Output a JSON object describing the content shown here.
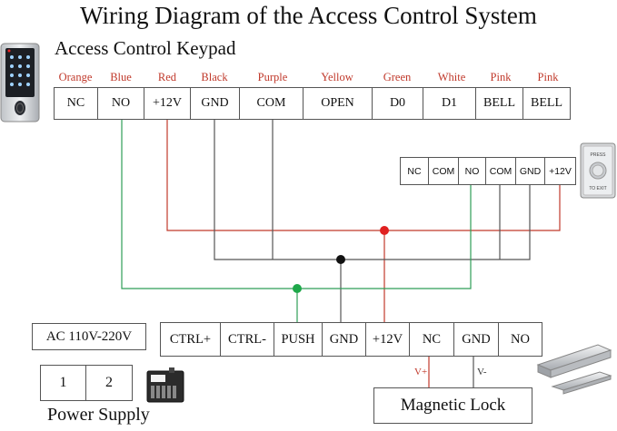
{
  "title": "Wiring Diagram of the Access Control System",
  "keypad": {
    "label": "Access Control Keypad",
    "terminals": [
      {
        "wire_color": "Orange",
        "label": "NC"
      },
      {
        "wire_color": "Blue",
        "label": "NO"
      },
      {
        "wire_color": "Red",
        "label": "+12V"
      },
      {
        "wire_color": "Black",
        "label": "GND"
      },
      {
        "wire_color": "Purple",
        "label": "COM"
      },
      {
        "wire_color": "Yellow",
        "label": "OPEN"
      },
      {
        "wire_color": "Green",
        "label": "D0"
      },
      {
        "wire_color": "White",
        "label": "D1"
      },
      {
        "wire_color": "Pink",
        "label": "BELL"
      },
      {
        "wire_color": "Pink",
        "label": "BELL"
      }
    ]
  },
  "exit_button": {
    "terminals": [
      "NC",
      "COM",
      "NO",
      "COM",
      "GND",
      "+12V"
    ],
    "press_text": "PRESS",
    "exit_text": "TO EXIT"
  },
  "controller": {
    "terminals": [
      "CTRL+",
      "CTRL-",
      "PUSH",
      "GND",
      "+12V",
      "NC",
      "GND",
      "NO"
    ]
  },
  "power_supply": {
    "input_label": "AC 110V-220V",
    "terminals": [
      "1",
      "2"
    ],
    "label": "Power Supply"
  },
  "magnetic_lock": {
    "label": "Magnetic Lock",
    "v_plus": "V+",
    "v_minus": "V-"
  },
  "colors": {
    "wire_red": "#c0392b",
    "wire_black": "#555555",
    "wire_green": "#2e9e57",
    "node_red": "#e02020",
    "node_black": "#111111",
    "node_green": "#1fa84a",
    "label_red": "#c0392b"
  }
}
